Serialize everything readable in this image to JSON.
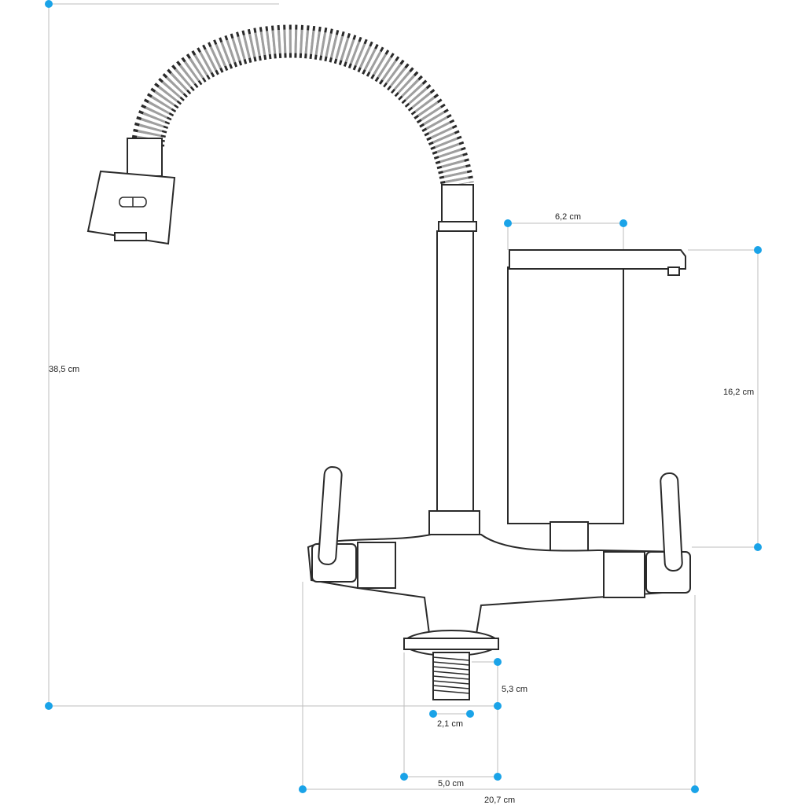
{
  "dimensions": {
    "total_height": "38,5 cm",
    "heater_width": "6,2 cm",
    "heater_height": "16,2 cm",
    "thread_length": "5,3 cm",
    "thread_diameter": "2,1 cm",
    "base_diameter": "5,0 cm",
    "total_width": "20,7 cm"
  },
  "colors": {
    "dimension_dot": "#1aa3e8",
    "dimension_line": "#bdbdbd",
    "outline": "#2a2a2a"
  }
}
